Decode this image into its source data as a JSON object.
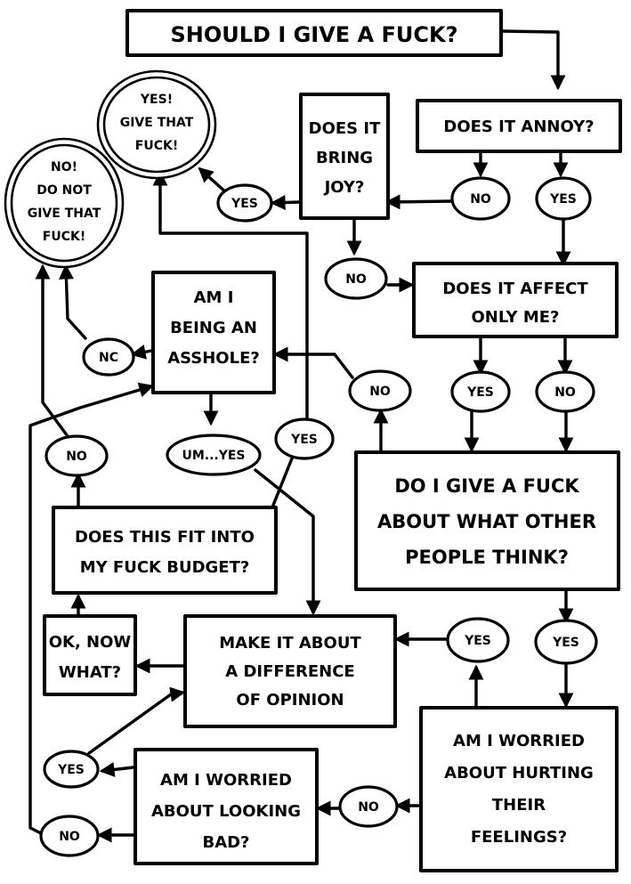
{
  "nodes": {
    "title": [
      "SHOULD I GIVE A FUCK?"
    ],
    "annoy": [
      "DOES IT ANNOY?"
    ],
    "joy": [
      "DOES IT",
      "BRING",
      "JOY?"
    ],
    "give_yes": [
      "YES!",
      "GIVE THAT",
      "FUCK!"
    ],
    "give_no": [
      "NO!",
      "DO NOT",
      "GIVE THAT",
      "FUCK!"
    ],
    "affect": [
      "DOES IT AFFECT",
      "ONLY ME?"
    ],
    "asshole": [
      "AM I",
      "BEING AN",
      "ASSHOLE?"
    ],
    "others": [
      "DO I GIVE A FUCK",
      "ABOUT WHAT OTHER",
      "PEOPLE THINK?"
    ],
    "budget": [
      "DOES THIS FIT INTO",
      "MY FUCK BUDGET?"
    ],
    "okwhat": [
      "OK, NOW",
      "WHAT?"
    ],
    "opinion": [
      "MAKE IT ABOUT",
      "A DIFFERENCE",
      "OF OPINION"
    ],
    "hurting": [
      "AM I WORRIED",
      "ABOUT HURTING",
      "THEIR",
      "FEELINGS?"
    ],
    "looking": [
      "AM I WORRIED",
      "ABOUT LOOKING",
      "BAD?"
    ]
  },
  "answers": {
    "annoy_no": "NO",
    "annoy_yes": "YES",
    "joy_yes": "YES",
    "joy_no": "NO",
    "affect_yes": "YES",
    "affect_no": "NO",
    "asshole_no": "NC",
    "asshole_umyes": "UM...YES",
    "others_no": "NO",
    "budget_no": "NO",
    "budget_yes": "YES",
    "others_yes": "YES",
    "hurting_yes": "YES",
    "hurting_no": "NO",
    "looking_yes": "YES",
    "looking_no": "NO"
  }
}
